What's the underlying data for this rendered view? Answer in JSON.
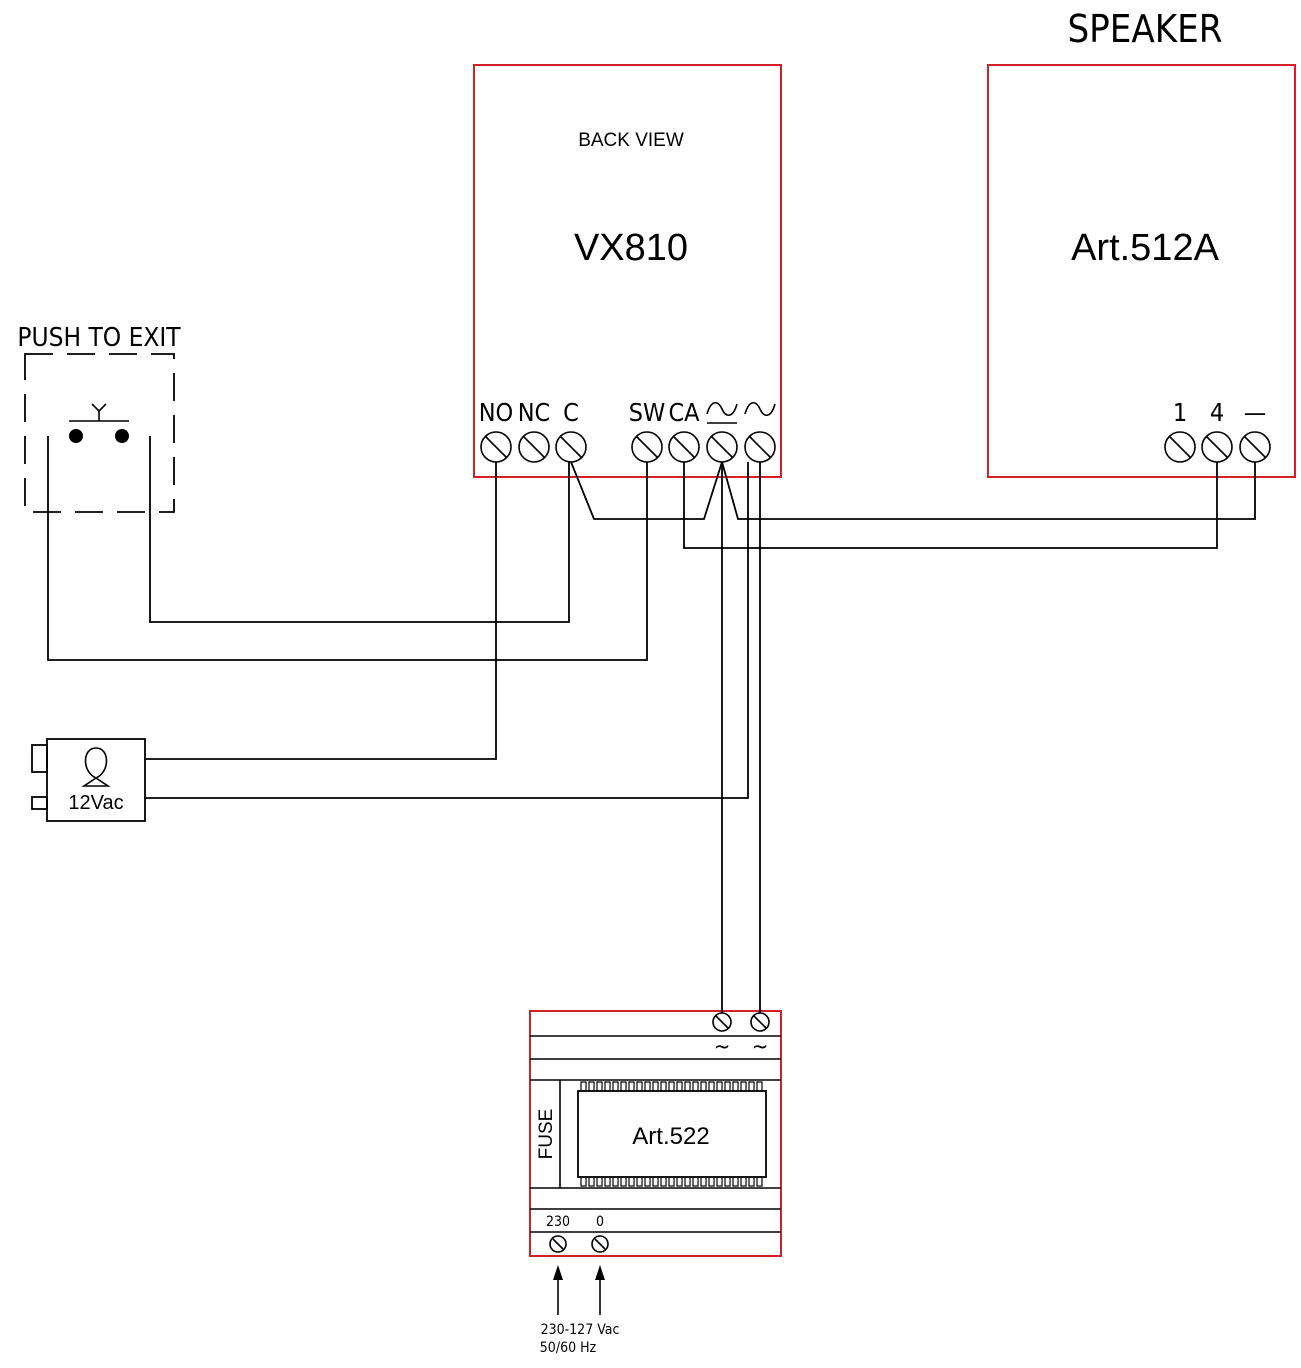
{
  "speaker_title": "SPEAKER",
  "vx810": {
    "subtitle": "BACK VIEW",
    "name": "VX810",
    "terminals": [
      "NO",
      "NC",
      "C",
      "SW",
      "CA",
      "⏦",
      "∿"
    ]
  },
  "art512a": {
    "name": "Art.512A",
    "terminals": [
      "1",
      "4",
      "—"
    ]
  },
  "push_to_exit": {
    "label": "PUSH TO EXIT"
  },
  "lock": {
    "label": "12Vac"
  },
  "art522": {
    "name": "Art.522",
    "fuse_label": "FUSE",
    "ac_symbols": [
      "~",
      "~"
    ],
    "input_labels": [
      "230",
      "0"
    ],
    "supply_line1": "230-127 Vac",
    "supply_line2": "50/60 Hz"
  },
  "colors": {
    "box_outline": "#d62027",
    "wire": "#000000"
  }
}
